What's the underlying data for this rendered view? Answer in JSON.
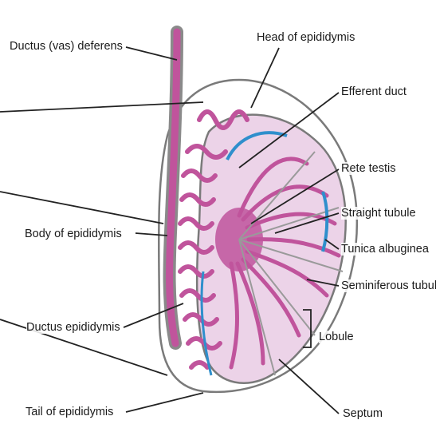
{
  "labels": {
    "ductus_deferens": "Ductus (vas) deferens",
    "head_epididymis": "Head of epididymis",
    "efferent_duct": "Efferent duct",
    "rete_testis": "Rete testis",
    "straight_tubule": "Straight tubule",
    "body_epididymis": "Body of epididymis",
    "tunica_albuginea": "Tunica albuginea",
    "seminiferous_tubule": "Seminiferous tubul",
    "ductus_epididymis": "Ductus epididymis",
    "lobule": "Lobule",
    "tail_epididymis": "Tail of epididymis",
    "septum": "Septum"
  },
  "colors": {
    "tubule_magenta": "#c0549c",
    "tissue_pink": "#ecd3e8",
    "duct_blue": "#2f8fcc",
    "outline_gray": "#7a7a7a"
  }
}
